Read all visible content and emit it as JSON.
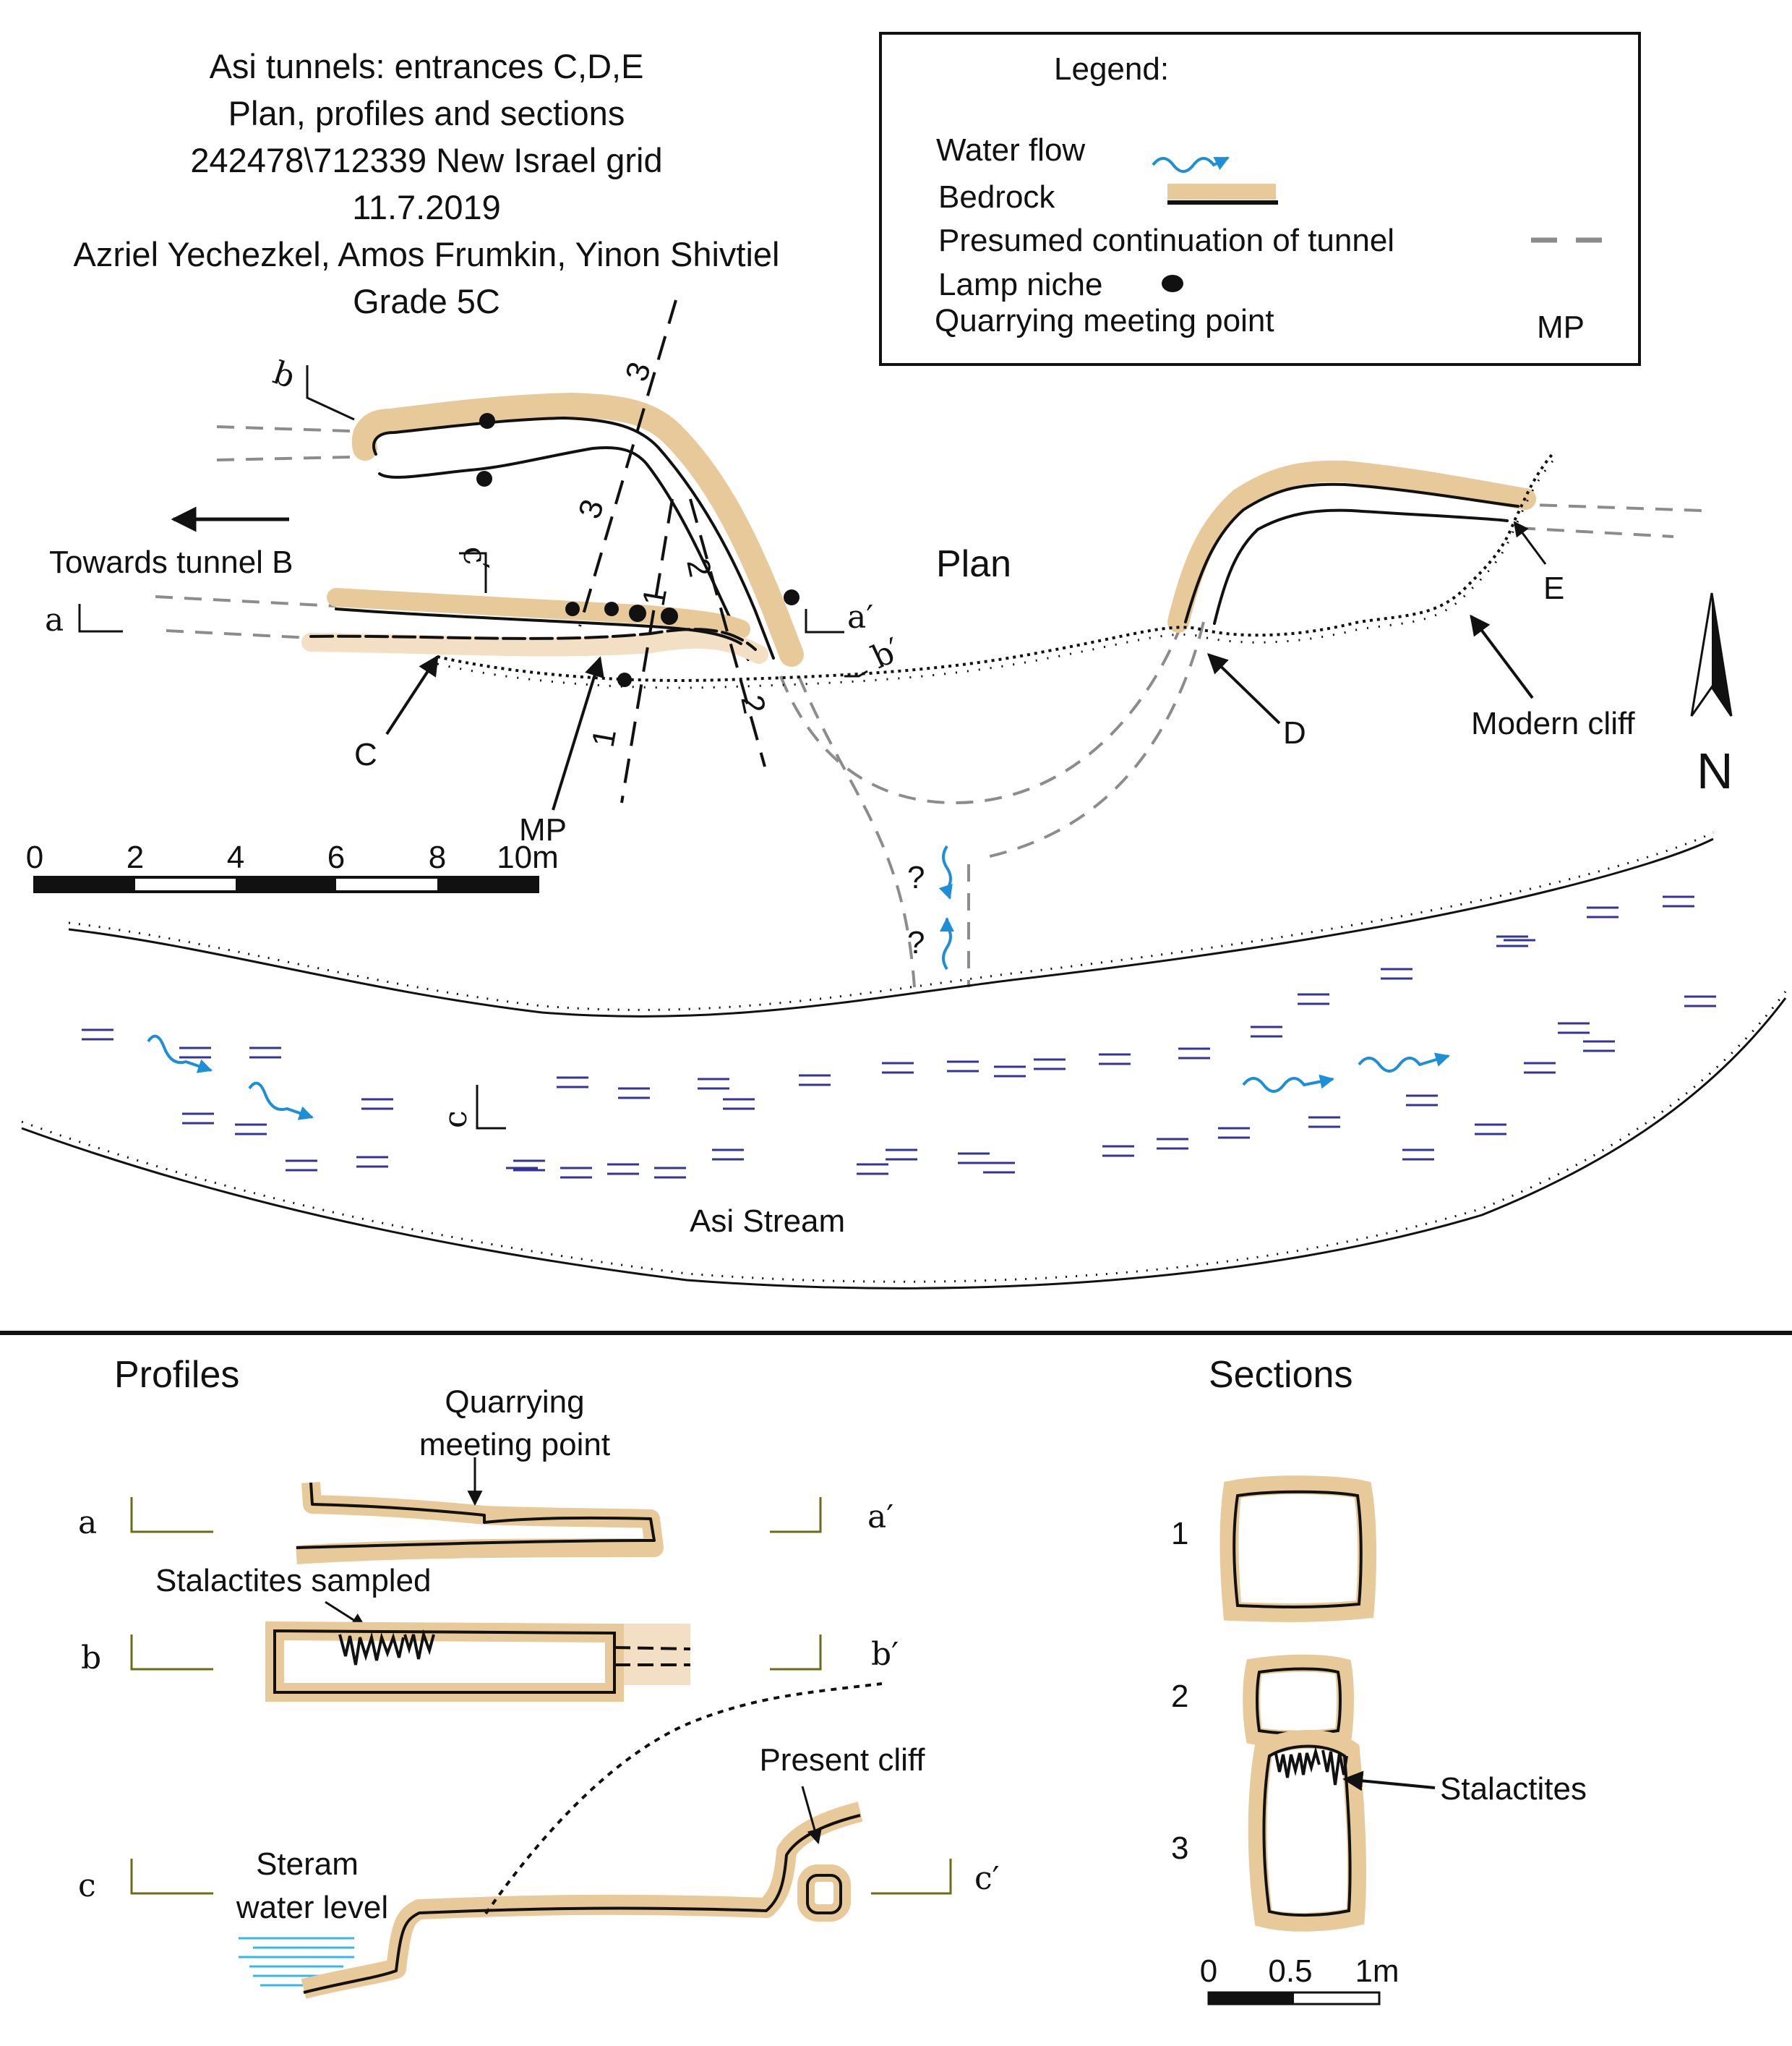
{
  "title": {
    "lines": [
      "Asi tunnels: entrances C,D,E",
      "Plan, profiles and sections",
      "242478\\712339 New Israel grid",
      "11.7.2019",
      "Azriel Yechezkel, Amos Frumkin, Yinon Shivtiel",
      "Grade 5C"
    ]
  },
  "legend": {
    "heading": "Legend:",
    "items": [
      {
        "label": "Water flow",
        "symbol": "water-flow-arrow"
      },
      {
        "label": "Bedrock",
        "symbol": "bedrock-band"
      },
      {
        "label": "Presumed continuation of tunnel",
        "symbol": "gray-dashed-line"
      },
      {
        "label": "Lamp niche",
        "symbol": "black-dot"
      },
      {
        "label": "Quarrying meeting point",
        "symbol": "MP"
      }
    ]
  },
  "plan": {
    "heading": "Plan",
    "towards": "Towards tunnel B",
    "entrances": [
      "C",
      "D",
      "E"
    ],
    "mp": "MP",
    "modern_cliff": "Modern cliff",
    "north": "N",
    "stream": "Asi Stream",
    "unknown": "?",
    "section_lines": [
      "1",
      "2",
      "3"
    ],
    "profile_marks": [
      "a",
      "a′",
      "b",
      "b′",
      "c",
      "c′"
    ],
    "scale": {
      "ticks": [
        "0",
        "2",
        "4",
        "6",
        "8",
        "10m"
      ]
    }
  },
  "profiles": {
    "heading": "Profiles",
    "meeting_point": [
      "Quarrying",
      "meeting point"
    ],
    "stalactites_sampled": "Stalactites sampled",
    "present_cliff": "Present cliff",
    "water_level": [
      "Steram",
      "water level"
    ],
    "marks": [
      "a",
      "a′",
      "b",
      "b′",
      "c",
      "c′"
    ]
  },
  "sections": {
    "heading": "Sections",
    "numbers": [
      "1",
      "2",
      "3"
    ],
    "stalactites": "Stalactites",
    "scale": {
      "ticks": [
        "0",
        "0.5",
        "1m"
      ]
    }
  },
  "colors": {
    "bedrock": "#e8c99a",
    "bedrock_light": "#f3dfc4",
    "water": "#1e8fd6",
    "water_marks": "#33339a",
    "water_level": "#36b8e6",
    "dashed": "#8c8c8c",
    "bracket": "#6b6b1a"
  }
}
